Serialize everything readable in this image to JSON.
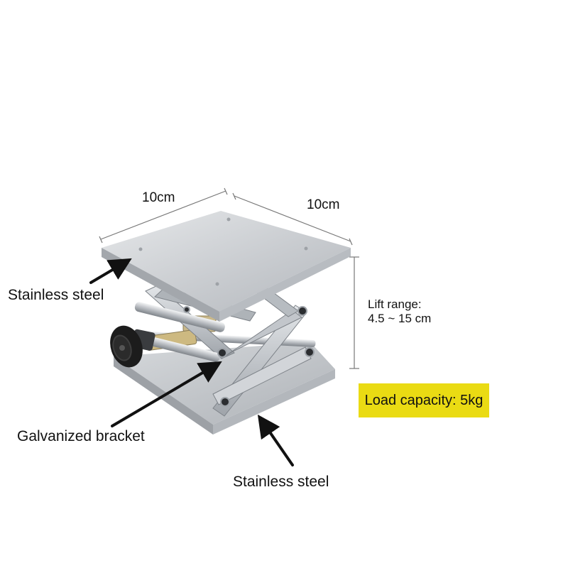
{
  "product": {
    "name": "lab-scissor-lift-jack",
    "colors": {
      "stainless": "#cdd0d4",
      "stainless_shadow": "#9ea3a8",
      "galvanized": "#b9bec4",
      "knob": "#1c1c1c",
      "highlight": "#eadb13"
    }
  },
  "dimensions": {
    "width": "10cm",
    "depth": "10cm"
  },
  "callouts": {
    "top_plate": "Stainless steel",
    "bracket": "Galvanized bracket",
    "base_plate": "Stainless steel"
  },
  "lift_range": {
    "label": "Lift range:",
    "value": "4.5 ~ 15 cm"
  },
  "load_capacity": "Load capacity: 5kg",
  "icons": [
    "arrow-icon",
    "adjust-knob-icon"
  ]
}
